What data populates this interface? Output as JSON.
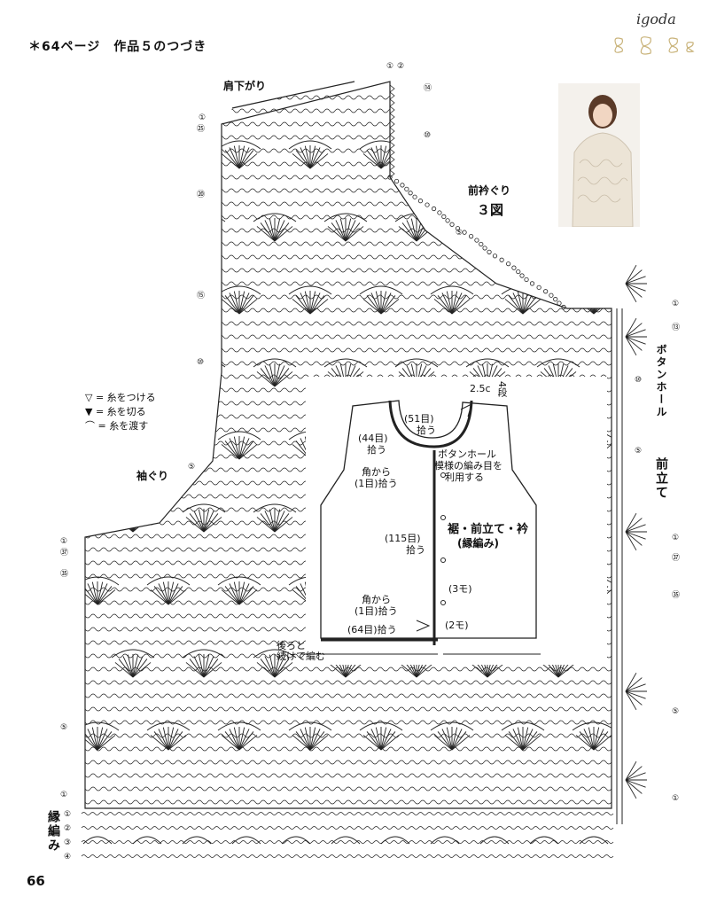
{
  "header": {
    "title": "＊64ページ　作品５のつづき"
  },
  "brand": {
    "name": "igoda"
  },
  "page_number": "66",
  "labels": {
    "shoulder_slope": "肩下がり",
    "front_neckline": "前衿ぐり",
    "figure": "３図",
    "armhole": "袖ぐり",
    "button_hole": "ボタンホール",
    "front_band": "前立て",
    "edging": "縁編み"
  },
  "legend": [
    {
      "symbol": "▽",
      "text": "= 糸をつける"
    },
    {
      "symbol": "▼",
      "text": "= 糸を切る"
    },
    {
      "symbol": "⌒",
      "text": "= 糸を渡す"
    }
  ],
  "inset": {
    "width_2_5c": "2.5c",
    "rows_4": "4段",
    "pick_51": "(51目)",
    "pick_51b": "拾う",
    "pick_44": "(44目)",
    "pick_44b": "拾う",
    "button_hole": "ボタンホール",
    "button_note1": "模様の編み目を",
    "button_note2": "利用する",
    "corner1": "角から",
    "corner1b": "(1目)拾う",
    "title1": "裾・前立て・衿",
    "title2": "(縁編み)",
    "pick_115": "(115目)",
    "pick_115b": "拾う",
    "m3": "(3モ)",
    "corner2": "角から",
    "corner2b": "(1目)拾う",
    "pick_64": "(64目)拾う",
    "m2": "(2モ)",
    "continue1": "後ろと",
    "continue2": "続けて編む"
  },
  "row_markers": {
    "top": [
      "①",
      "②"
    ],
    "right_neck": [
      "⑭",
      "⑩",
      "⑤"
    ],
    "left_body": [
      "①",
      "㉕",
      "⑳",
      "⑮",
      "⑩",
      "⑤",
      "①",
      "㊲",
      "㉟"
    ],
    "lower_body": [
      "⑤",
      "①"
    ],
    "edging_rows": [
      "①",
      "②",
      "③",
      "④"
    ],
    "right_band": [
      "①",
      "⑬",
      "⑩",
      "⑤",
      "①",
      "㊲",
      "㉟",
      "⑤",
      "①"
    ]
  }
}
